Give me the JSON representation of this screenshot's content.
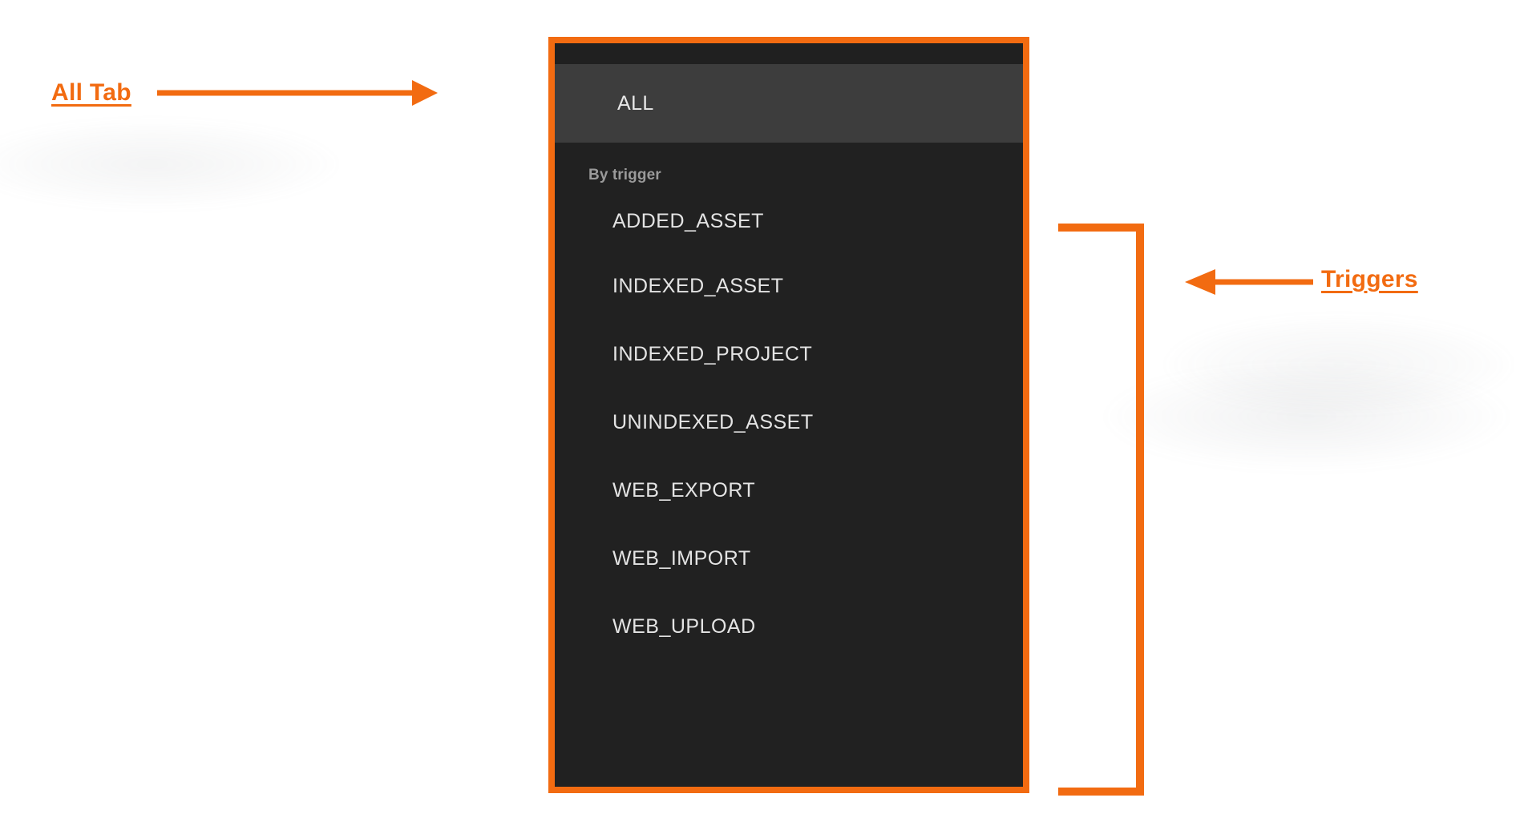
{
  "theme": {
    "accent_orange": "#F26B11",
    "panel_background": "#212121",
    "panel_top_strip": "#202020",
    "selected_tab_background": "#3d3d3d",
    "item_text_color": "#e4e4e4",
    "section_header_color": "#9a9a9a"
  },
  "panel": {
    "name": "filter-dropdown",
    "tab": {
      "label": "ALL",
      "selected": true
    },
    "section": {
      "header": "By trigger",
      "items": [
        {
          "label": "ADDED_ASSET"
        },
        {
          "label": "INDEXED_ASSET"
        },
        {
          "label": "INDEXED_PROJECT"
        },
        {
          "label": "UNINDEXED_ASSET"
        },
        {
          "label": "WEB_EXPORT"
        },
        {
          "label": "WEB_IMPORT"
        },
        {
          "label": "WEB_UPLOAD"
        }
      ]
    }
  },
  "annotations": [
    {
      "id": "all-tab",
      "label": "All Tab",
      "marker": "arrow-right",
      "color": "#F26B11"
    },
    {
      "id": "triggers",
      "label": "Triggers",
      "marker": "arrow-left-with-bracket",
      "color": "#F26B11"
    }
  ]
}
